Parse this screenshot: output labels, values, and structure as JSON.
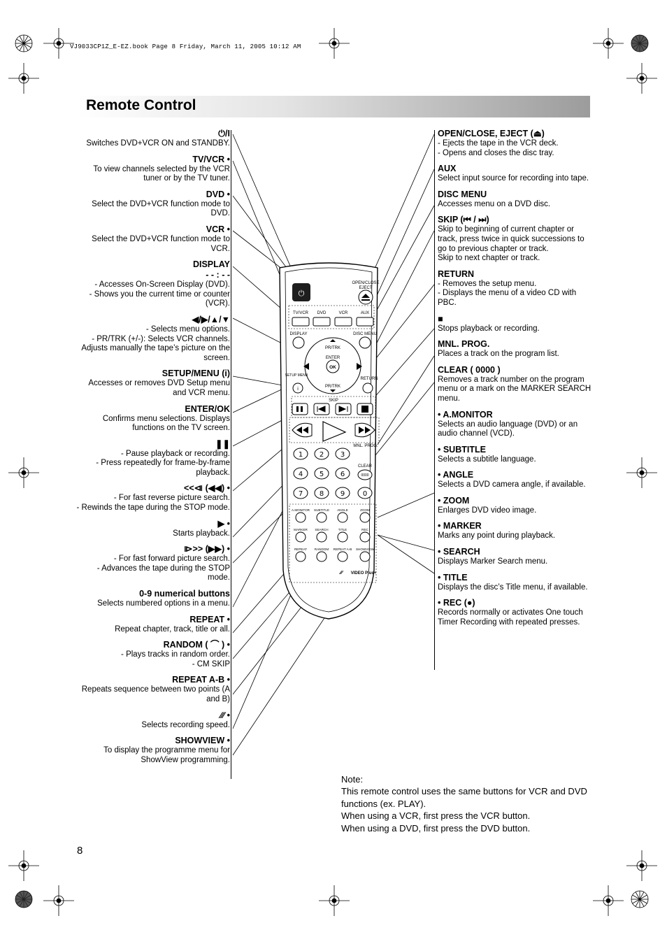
{
  "header": {
    "file_info": "VJ9033CP1Z_E-EZ.book  Page 8  Friday, March 11, 2005  10:12 AM"
  },
  "page": {
    "title": "Remote Control",
    "number": "8"
  },
  "left_items": [
    {
      "label": "⏻/I",
      "desc": "Switches DVD+VCR ON and STANDBY."
    },
    {
      "label": "TV/VCR •",
      "desc": "To view channels selected by the VCR tuner or by the TV tuner."
    },
    {
      "label": "DVD •",
      "desc": "Select the DVD+VCR function mode to DVD."
    },
    {
      "label": "VCR •",
      "desc": "Select the DVD+VCR function mode to VCR."
    },
    {
      "label": "DISPLAY",
      "sub": "- - : - -",
      "desc": "- Accesses On-Screen Display (DVD).\n- Shows you the current time or counter (VCR)."
    },
    {
      "label": "◀/▶/▲/▼",
      "desc": "- Selects menu options.\n- PR/TRK (+/-): Selects VCR channels. Adjusts manually the tape’s picture on the screen."
    },
    {
      "label": "SETUP/MENU (i)",
      "desc": "Accesses or removes DVD Setup menu and VCR menu."
    },
    {
      "label": "ENTER/OK",
      "desc": "Confirms menu selections. Displays functions on the TV screen."
    },
    {
      "label": "❚❚",
      "desc": "- Pause playback or recording.\n- Press repeatedly for frame-by-frame playback."
    },
    {
      "label": "<<⧏ (◀◀) •",
      "desc": "- For fast reverse picture search.\n- Rewinds the tape during the STOP mode."
    },
    {
      "label": "▶ •",
      "desc": "Starts playback."
    },
    {
      "label": "⧐>> (▶▶) •",
      "desc": "- For fast forward picture search.\n- Advances the tape during the STOP mode."
    },
    {
      "label": "0-9 numerical buttons",
      "desc": "Selects numbered options in a menu."
    },
    {
      "label": "REPEAT •",
      "desc": "Repeat chapter, track, title or all."
    },
    {
      "label": "RANDOM ( ⌒ ) •",
      "desc": "- Plays tracks in random order.\n- CM SKIP"
    },
    {
      "label": "REPEAT A-B •",
      "desc": "Repeats sequence between two points (A and B)"
    },
    {
      "label": "∕∕∕ •",
      "desc": "Selects recording speed."
    },
    {
      "label": "SHOWVIEW •",
      "desc": "To display the programme menu for ShowView programming."
    }
  ],
  "right_items": [
    {
      "label": "OPEN/CLOSE, EJECT (⏏)",
      "desc": "- Ejects the tape in the VCR deck.\n- Opens and closes the disc tray."
    },
    {
      "label": "AUX",
      "desc": "Select input source for recording into tape."
    },
    {
      "label": "DISC MENU",
      "desc": "Accesses menu on a DVD disc."
    },
    {
      "label": "SKIP (⏮ / ⏭)",
      "desc": "Skip to beginning of current chapter or track, press twice in quick successions to go to previous chapter or track.\nSkip to next chapter or track."
    },
    {
      "label": "RETURN",
      "desc": "- Removes the setup menu.\n- Displays the menu of a video CD with PBC."
    },
    {
      "label": "■",
      "desc": "Stops playback or recording."
    },
    {
      "label": "MNL. PROG.",
      "desc": "Places a track on the program list."
    },
    {
      "label": "CLEAR ( 0000 )",
      "desc": "Removes a track number on the program menu or a mark on the MARKER SEARCH menu."
    },
    {
      "label": "• A.MONITOR",
      "desc": "Selects an audio language (DVD) or an audio channel (VCD)."
    },
    {
      "label": "• SUBTITLE",
      "desc": "Selects a subtitle language."
    },
    {
      "label": "• ANGLE",
      "desc": "Selects a DVD camera angle, if available."
    },
    {
      "label": "• ZOOM",
      "desc": "Enlarges DVD video image."
    },
    {
      "label": "• MARKER",
      "desc": "Marks any point during playback."
    },
    {
      "label": "• SEARCH",
      "desc": "Displays Marker Search menu."
    },
    {
      "label": "• TITLE",
      "desc": "Displays the disc’s Title menu, if available."
    },
    {
      "label": "• REC (●)",
      "desc": "Records normally or activates One touch Timer Recording with repeated presses."
    }
  ],
  "note": {
    "heading": "Note:",
    "lines": [
      "This remote control uses the same buttons for VCR and DVD functions (ex. PLAY).",
      "When using a VCR, first press the VCR button.",
      "When using a DVD, first press the DVD button."
    ]
  },
  "remote": {
    "top_labels": {
      "open_close": "OPEN/CLOSE",
      "eject": "EJECT",
      "tv_vcr": "TV/VCR",
      "dvd": "DVD",
      "vcr": "VCR",
      "aux": "AUX"
    },
    "nav_labels": {
      "display": "DISPLAY",
      "disc_menu": "DISC MENU",
      "pr_trk_up": "PR/TRK",
      "pr_trk_down": "PR/TRK",
      "enter": "ENTER",
      "ok": "OK",
      "setup_menu": "SETUP MENU",
      "return": "RETURN",
      "skip": "SKIP",
      "info": "i"
    },
    "mid_labels": {
      "mnl_prog": "MNL. PROG.",
      "clear": "CLEAR",
      "clear_code": "0000"
    },
    "digits": [
      "1",
      "2",
      "3",
      "4",
      "5",
      "6",
      "7",
      "8",
      "9",
      "0"
    ],
    "row1": [
      "A.MONITOR",
      "SUBTITLE",
      "ANGLE",
      "ZOOM"
    ],
    "row2": [
      "MARKER",
      "SEARCH",
      "TITLE",
      "REC"
    ],
    "row3": [
      "REPEAT",
      "RANDOM",
      "REPEAT A-B",
      "SHOWVIEW"
    ],
    "bottom": {
      "speed": "∕∕∕",
      "video_plus": "VIDEO Plus+"
    }
  }
}
